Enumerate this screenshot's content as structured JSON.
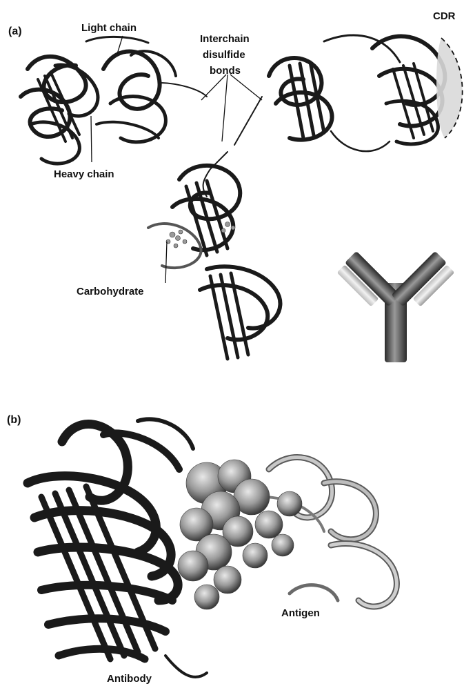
{
  "panel_a": {
    "panel_label": "(a)",
    "labels": {
      "light_chain": "Light chain",
      "interchain_line1": "Interchain",
      "interchain_line2": "disulfide",
      "interchain_line3": "bonds",
      "cdr": "CDR",
      "heavy_chain": "Heavy chain",
      "carbohydrate": "Carbohydrate"
    }
  },
  "panel_b": {
    "panel_label": "(b)",
    "labels": {
      "antigen": "Antigen",
      "antibody": "Antibody"
    }
  },
  "colors": {
    "ink": "#111111",
    "ribbon_dark": "#1a1a1a",
    "ribbon_mid": "#5a5a5a",
    "antigen_ribbon": "#9a9a9a",
    "surface": "#8c8c8c",
    "cdr_shade": "#d9d9d9"
  }
}
